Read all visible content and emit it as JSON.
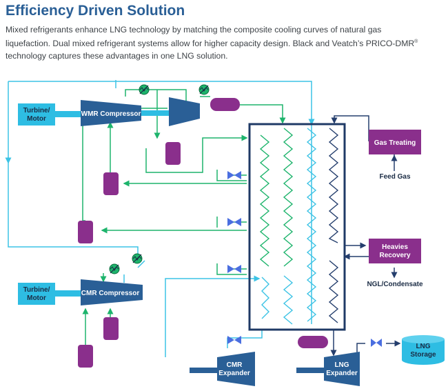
{
  "header": {
    "title": "Efficiency Driven Solution",
    "intro_1": "Mixed refrigerants enhance LNG technology by matching the composite cooling curves of natural gas liquefaction. Dual mixed refrigerant systems allow for higher capacity design. Black and Veatch’s PRICO-DMR",
    "intro_reg": "®",
    "intro_2": " technology captures these advantages in one LNG solution."
  },
  "diagram": {
    "turbine_top": [
      "Turbine/",
      "Motor"
    ],
    "turbine_bottom": [
      "Turbine/",
      "Motor"
    ],
    "wmr_compressor": "WMR Compressor",
    "cmr_compressor": "CMR Compressor",
    "gas_treating": "Gas Treating",
    "feed_gas": "Feed Gas",
    "heavies_recovery": [
      "Heavies",
      "Recovery"
    ],
    "ngl_condensate": "NGL/Condensate",
    "cmr_expander": [
      "CMR",
      "Expander"
    ],
    "lng_expander": [
      "LNG",
      "Expander"
    ],
    "lng_storage": [
      "LNG",
      "Storage"
    ]
  },
  "colors": {
    "title": "#2a5f96",
    "cyan_box": "#2ebde3",
    "blue_unit": "#2a5f96",
    "purple_vessel": "#8a2f8c",
    "green_line": "#1db46c",
    "cyan_line": "#3cc3e5",
    "navy_line": "#243e6d",
    "valve": "#4a6ee0"
  }
}
